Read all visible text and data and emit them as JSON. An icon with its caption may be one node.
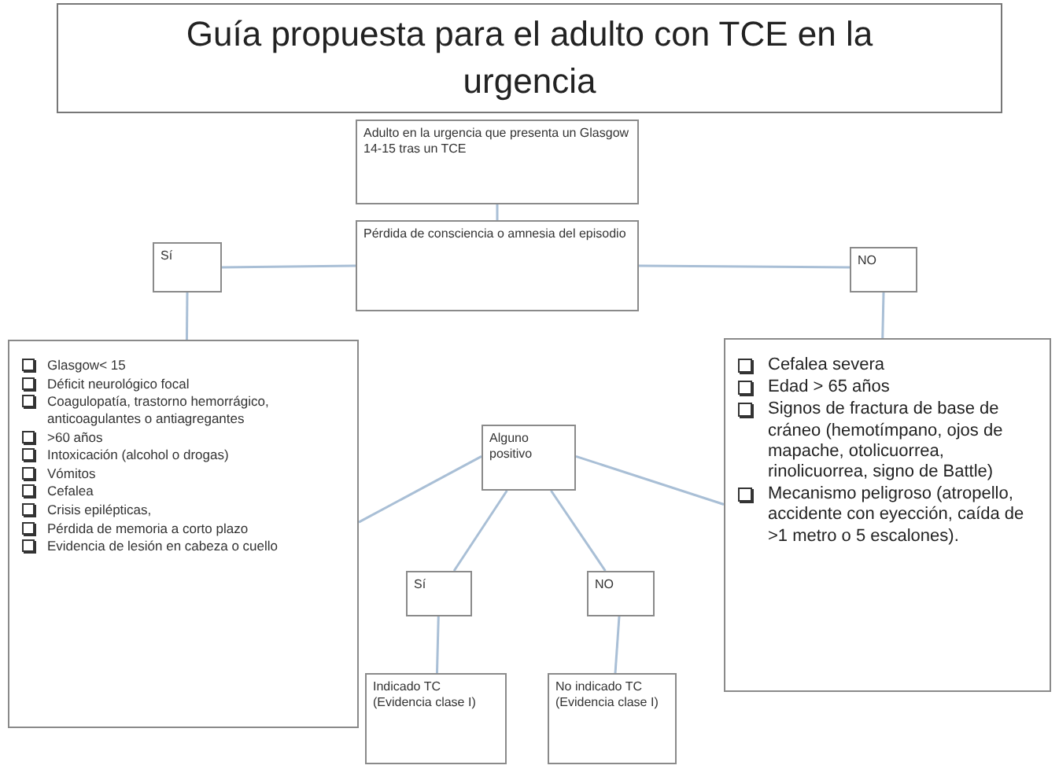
{
  "diagram": {
    "nodes": [
      {
        "text": [
          "Guía propuesta para el adulto con TCE en la urgencia"
        ]
      },
      {
        "text": [
          "Adulto en la urgencia que presenta un Glasgow 14-15 tras un TCE"
        ]
      },
      {
        "text": [
          "Pérdida de consciencia o amnesia del episodio"
        ]
      },
      {
        "text": [
          "Sí"
        ]
      },
      {
        "text": [
          "NO"
        ]
      },
      {
        "text": [
          "Glasgow< 15",
          "Déficit neurológico focal",
          "Coagulopatía, trastorno hemorrágico, anticoagulantes o antiagregantes",
          ">60 años",
          "Intoxicación (alcohol o drogas)",
          "Vómitos",
          "Cefalea",
          "Crisis epilépticas,",
          "Pérdida de memoria a corto plazo",
          "Evidencia de lesión en cabeza o cuello"
        ]
      },
      {
        "text": [
          "Cefalea severa",
          "Edad > 65 años",
          "Signos de fractura de base de cráneo (hemotímpano, ojos de mapache, otolicuorrea, rinolicuorrea, signo de Battle)",
          "Mecanismo peligroso (atropello, accidente con eyección, caída de >1 metro o 5 escalones)."
        ]
      },
      {
        "text": [
          "Alguno positivo"
        ]
      },
      {
        "text": [
          "Sí"
        ]
      },
      {
        "text": [
          "NO"
        ]
      },
      {
        "text": [
          "Indicado TC (Evidencia clase I)"
        ]
      },
      {
        "text": [
          "No indicado TC (Evidencia clase I)"
        ]
      }
    ],
    "edges": [
      {
        "from": 1,
        "to": 2,
        "arrow": "none"
      },
      {
        "from": 2,
        "to": 3,
        "arrow": "none"
      },
      {
        "from": 2,
        "to": 4,
        "arrow": "none"
      },
      {
        "from": 3,
        "to": 5,
        "arrow": "none"
      },
      {
        "from": 4,
        "to": 6,
        "arrow": "none"
      },
      {
        "from": 5,
        "to": 7,
        "arrow": "none"
      },
      {
        "from": 6,
        "to": 7,
        "arrow": "none"
      },
      {
        "from": 7,
        "to": 8,
        "arrow": "none"
      },
      {
        "from": 7,
        "to": 9,
        "arrow": "none"
      },
      {
        "from": 8,
        "to": 10,
        "arrow": "none"
      },
      {
        "from": 9,
        "to": 11,
        "arrow": "none"
      }
    ]
  }
}
